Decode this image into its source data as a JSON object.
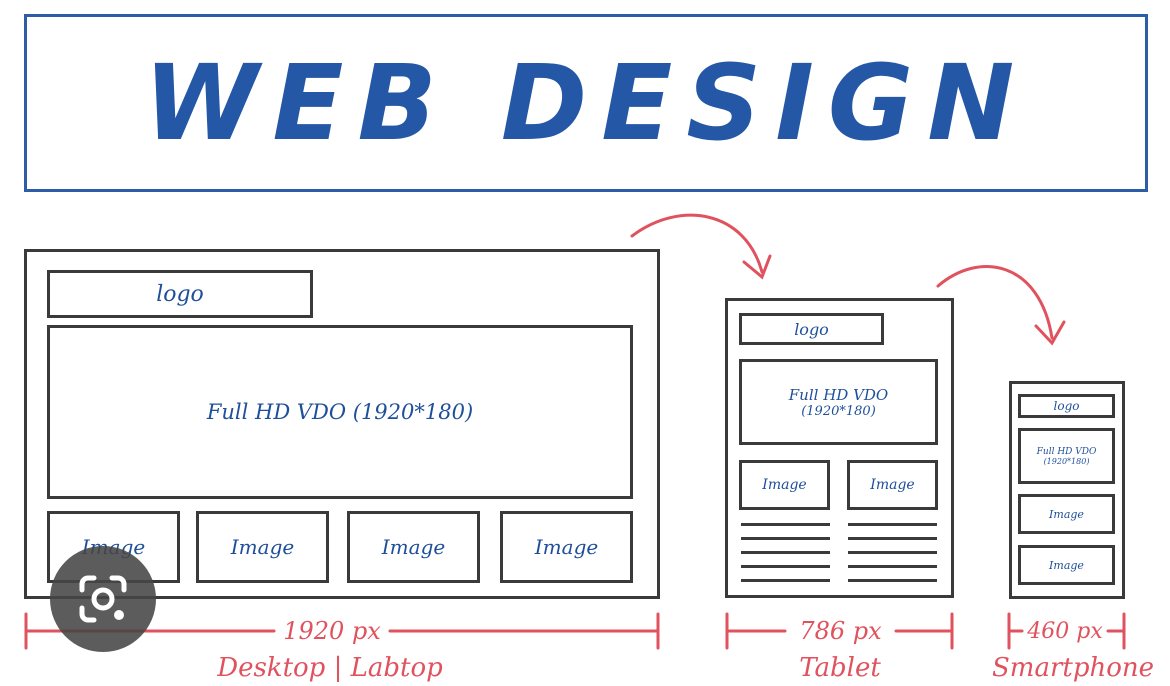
{
  "title": "WEB DESIGN",
  "colors": {
    "title_blue": "#2457a6",
    "sketch_ink": "#3a3a3a",
    "accent_red": "#e0525e",
    "label_blue": "#1f4f9a"
  },
  "desktop": {
    "logo": "logo",
    "hero": "Full HD VDO (1920*180)",
    "images": [
      "Image",
      "Image",
      "Image",
      "Image"
    ],
    "width_label": "1920 px",
    "device_label": "Desktop | Labtop"
  },
  "tablet": {
    "logo": "logo",
    "hero_line1": "Full HD VDO",
    "hero_line2": "(1920*180)",
    "images": [
      "Image",
      "Image"
    ],
    "width_label": "786 px",
    "device_label": "Tablet"
  },
  "smartphone": {
    "logo": "logo",
    "hero_line1": "Full HD VDO",
    "hero_line2": "(1920*180)",
    "images": [
      "Image",
      "Image"
    ],
    "width_label": "460 px",
    "device_label": "Smartphone"
  },
  "icons": {
    "lens": "google-lens-icon",
    "arrows": "curved-arrow-icon"
  }
}
